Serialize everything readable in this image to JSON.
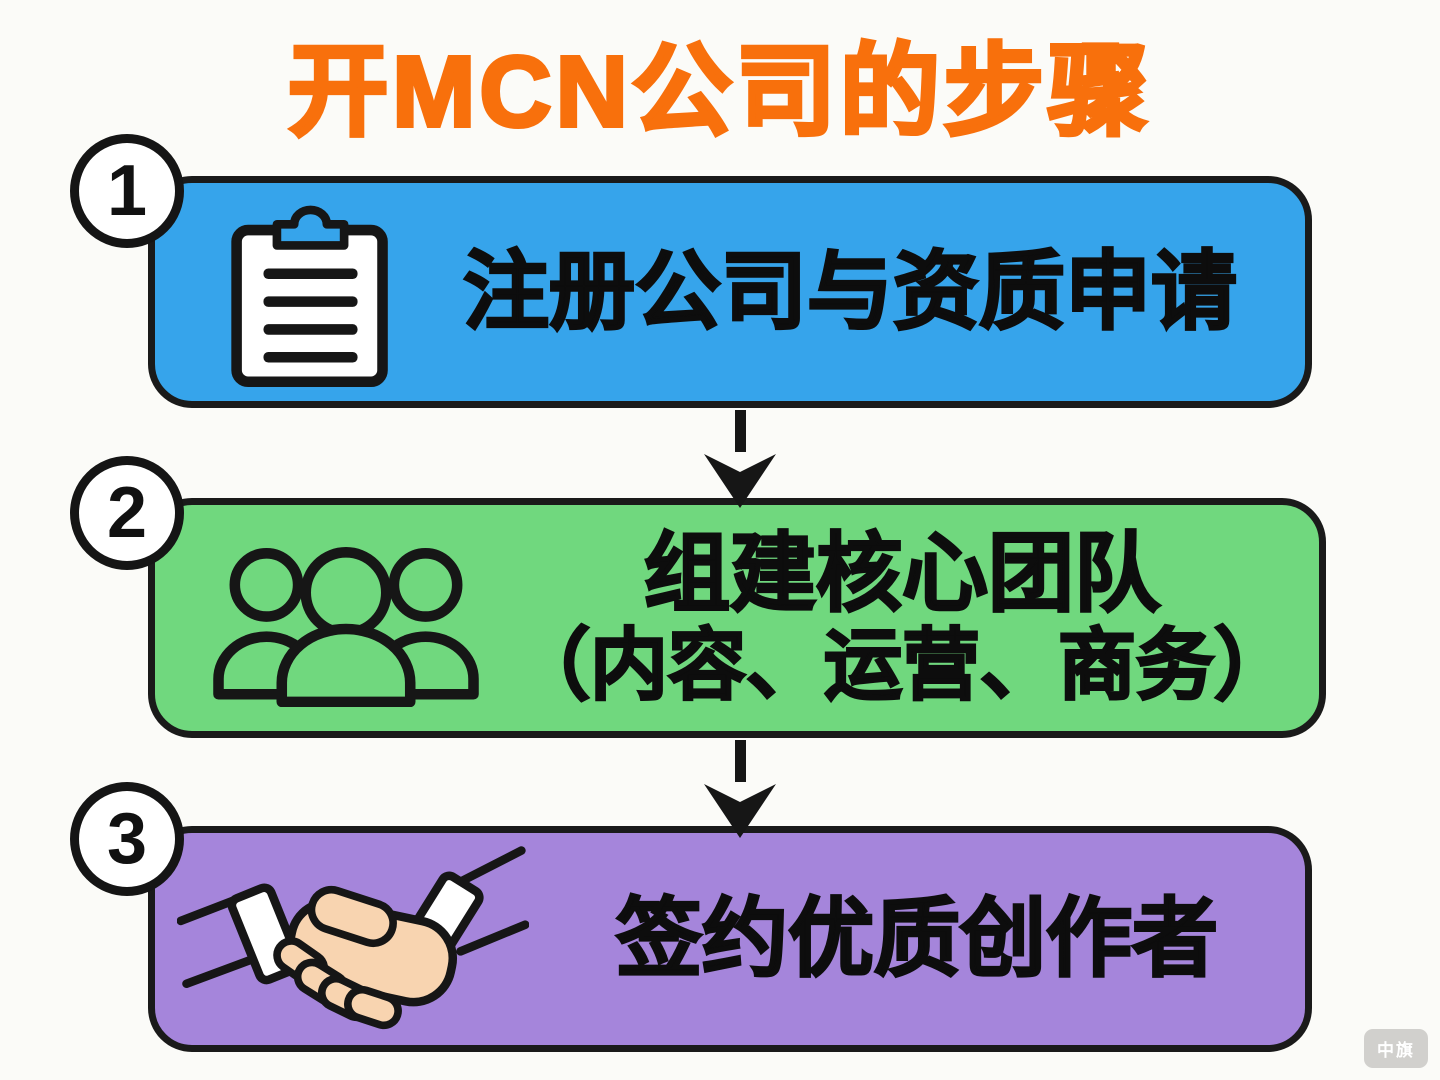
{
  "title": {
    "text": "开MCN公司的步骤"
  },
  "steps": [
    {
      "number": "1",
      "label": "注册公司与资质申请",
      "icon": "clipboard-icon",
      "color": "#36A4EB"
    },
    {
      "number": "2",
      "line1": "组建核心团队",
      "line2": "（内容、运营、商务）",
      "icon": "team-icon",
      "color": "#70D87E"
    },
    {
      "number": "3",
      "label": "签约优质创作者",
      "icon": "handshake-icon",
      "color": "#A585DB"
    }
  ],
  "connectors": [
    {
      "type": "dashed-down-arrow"
    },
    {
      "type": "dashed-down-arrow"
    }
  ],
  "watermark": {
    "text": "中旗"
  },
  "colors": {
    "title_orange": "#F8700C",
    "outline_black": "#1A1A1A",
    "step1_blue": "#36A4EB",
    "step2_green": "#70D87E",
    "step3_purple": "#A585DB",
    "background": "#FBFBF8",
    "hand_skin": "#F8D4B0"
  }
}
